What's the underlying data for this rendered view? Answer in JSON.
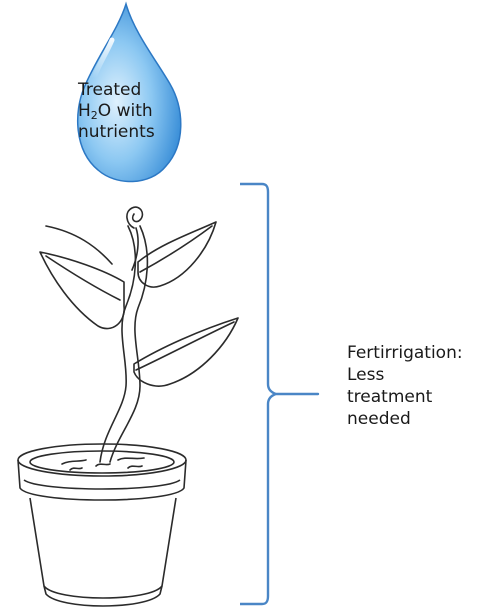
{
  "drop": {
    "line1": "Treated",
    "line2_prefix": "H",
    "line2_sub": "2",
    "line2_suffix": "O with",
    "line3": "nutrients"
  },
  "label": {
    "line1": "Fertirrigation:",
    "line2": "Less",
    "line3": "treatment",
    "line4": "needed"
  },
  "colors": {
    "bracket": "#4a86c6",
    "drop_light": "#d6ecfb",
    "drop_mid": "#6fb6ec",
    "drop_dark": "#1f6fbf",
    "line_art": "#2b2b2b"
  }
}
